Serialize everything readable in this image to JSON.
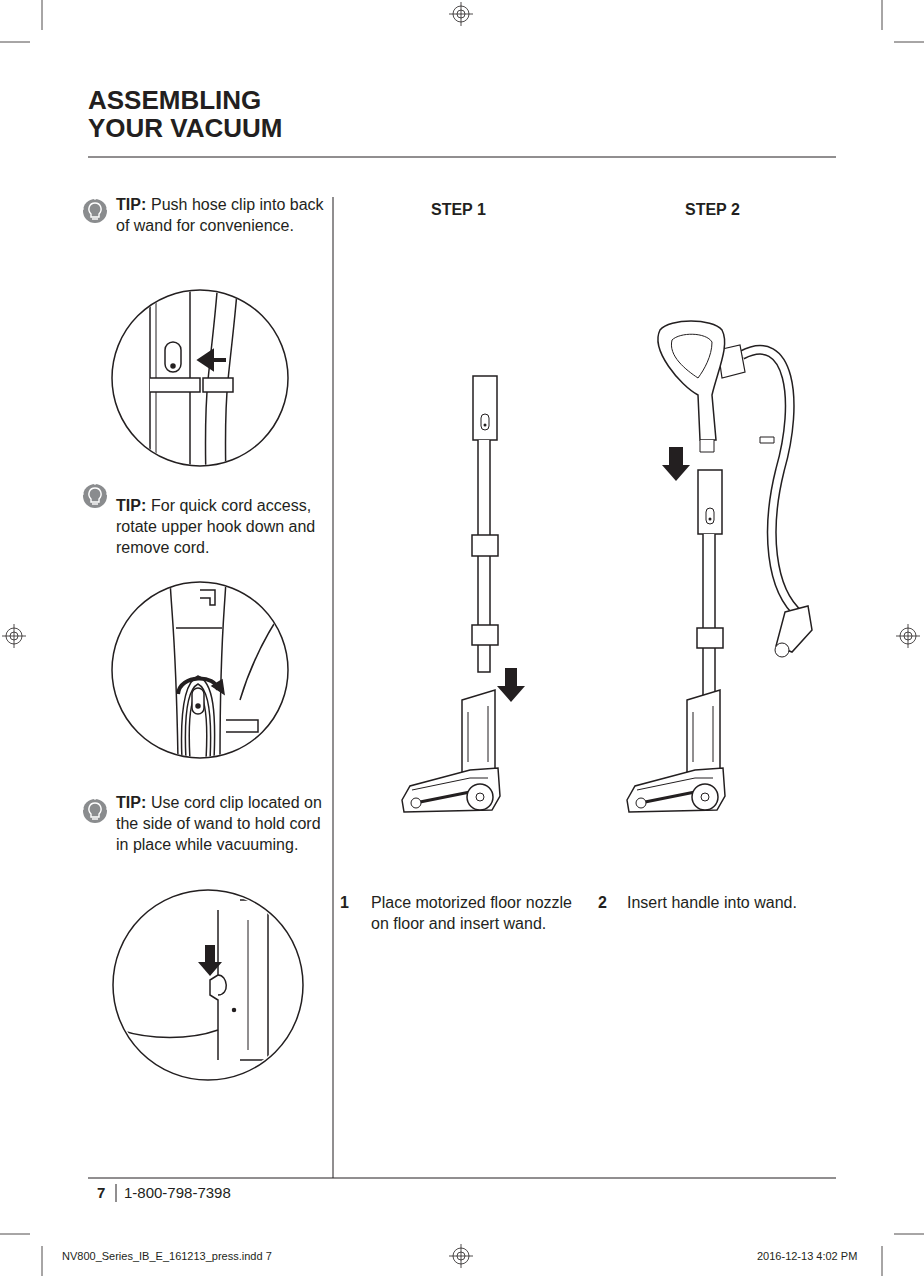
{
  "diagram": {
    "title": "ASSEMBLING YOUR VACUUM",
    "labels": [
      "TIP:",
      "Push hose clip into back of wand for convenience.",
      "TIP:",
      "For quick cord access, rotate upper hook down and remove cord.",
      "TIP:",
      "Use cord clip located on the side of wand to hold cord in place while vacuuming.",
      "STEP 1",
      "STEP 2",
      "1",
      "Place motorized floor nozzle on floor and insert wand.",
      "2",
      "Insert handle into wand.",
      "7",
      "1-800-798-7398",
      "NV800_Series_IB_E_161213_press.indd 7",
      "2016-12-13 4:02 PM"
    ]
  }
}
